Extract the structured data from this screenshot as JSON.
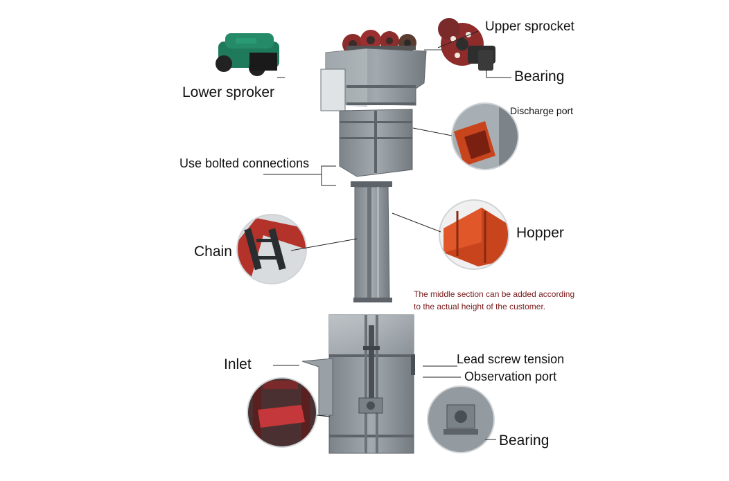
{
  "labels": {
    "upper_sprocket": "Upper sprocket",
    "bearing_top": "Bearing",
    "lower_sproker": "Lower sproker",
    "discharge_port": "Discharge port",
    "bolted_connections": "Use bolted connections",
    "chain": "Chain",
    "hopper": "Hopper",
    "inlet": "Inlet",
    "lead_screw_tension": "Lead screw tension",
    "observation_port": "Observation port",
    "bearing_bottom": "Bearing"
  },
  "note": {
    "line1": "The middle section can be added according",
    "line2": "to the actual height of the customer."
  },
  "colors": {
    "machine_gray": "#8f969c",
    "machine_dark": "#6b7278",
    "sprocket_red": "#8e2c2c",
    "hopper_orange": "#c8441c",
    "gearbox_green": "#1f7a5c",
    "note_text": "#7a1a1a"
  }
}
